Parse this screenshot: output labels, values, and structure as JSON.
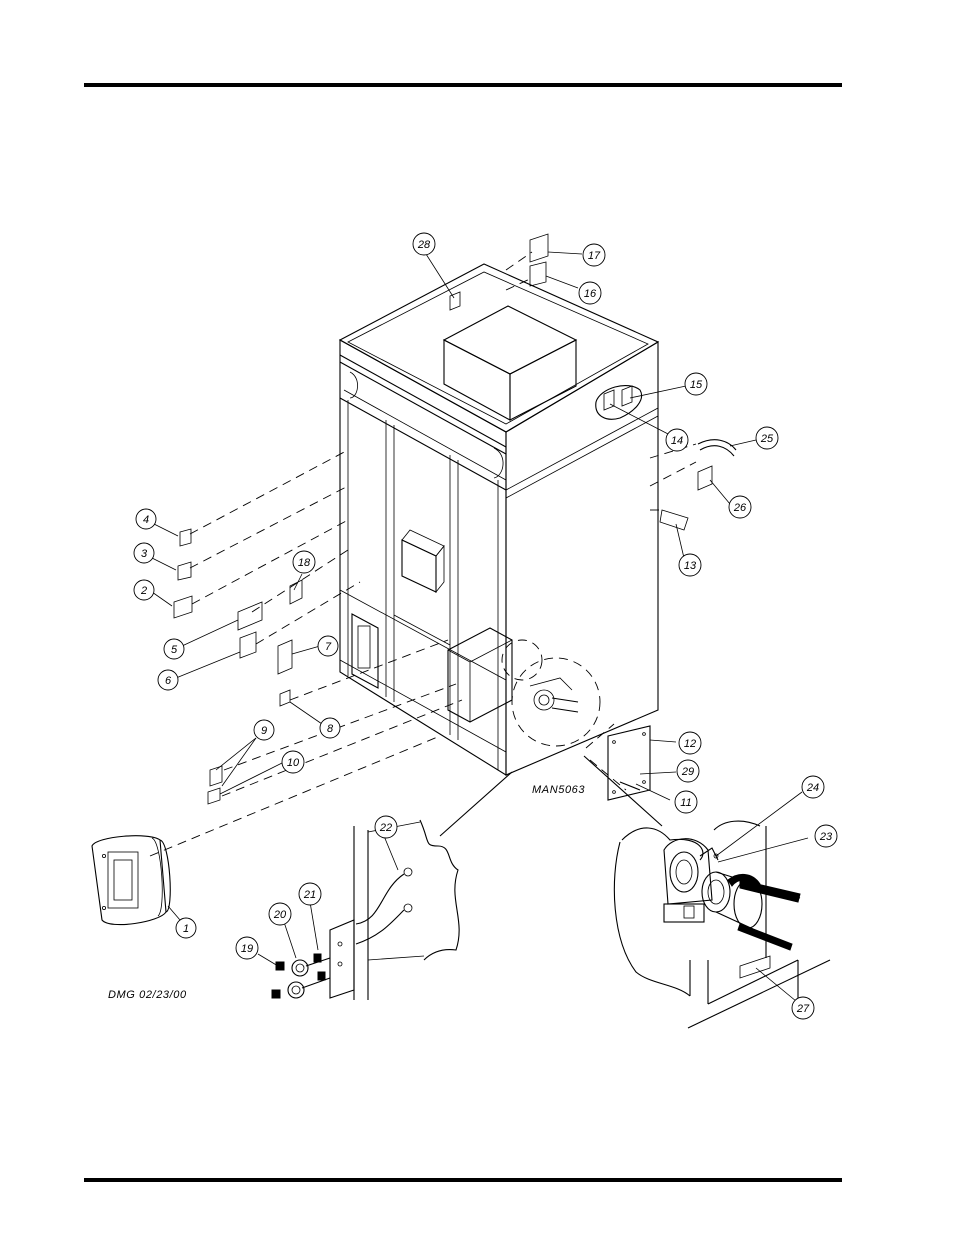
{
  "drawing_id": "MAN5063",
  "drafter_stamp": "DMG 02/23/00",
  "callouts": {
    "c1": "1",
    "c2": "2",
    "c3": "3",
    "c4": "4",
    "c5": "5",
    "c6": "6",
    "c7": "7",
    "c8": "8",
    "c9": "9",
    "c10": "10",
    "c11": "11",
    "c12": "12",
    "c13": "13",
    "c14": "14",
    "c15": "15",
    "c16": "16",
    "c17": "17",
    "c18": "18",
    "c19": "19",
    "c20": "20",
    "c21": "21",
    "c22": "22",
    "c23": "23",
    "c24": "24",
    "c25": "25",
    "c26": "26",
    "c27": "27",
    "c28": "28",
    "c29": "29"
  }
}
